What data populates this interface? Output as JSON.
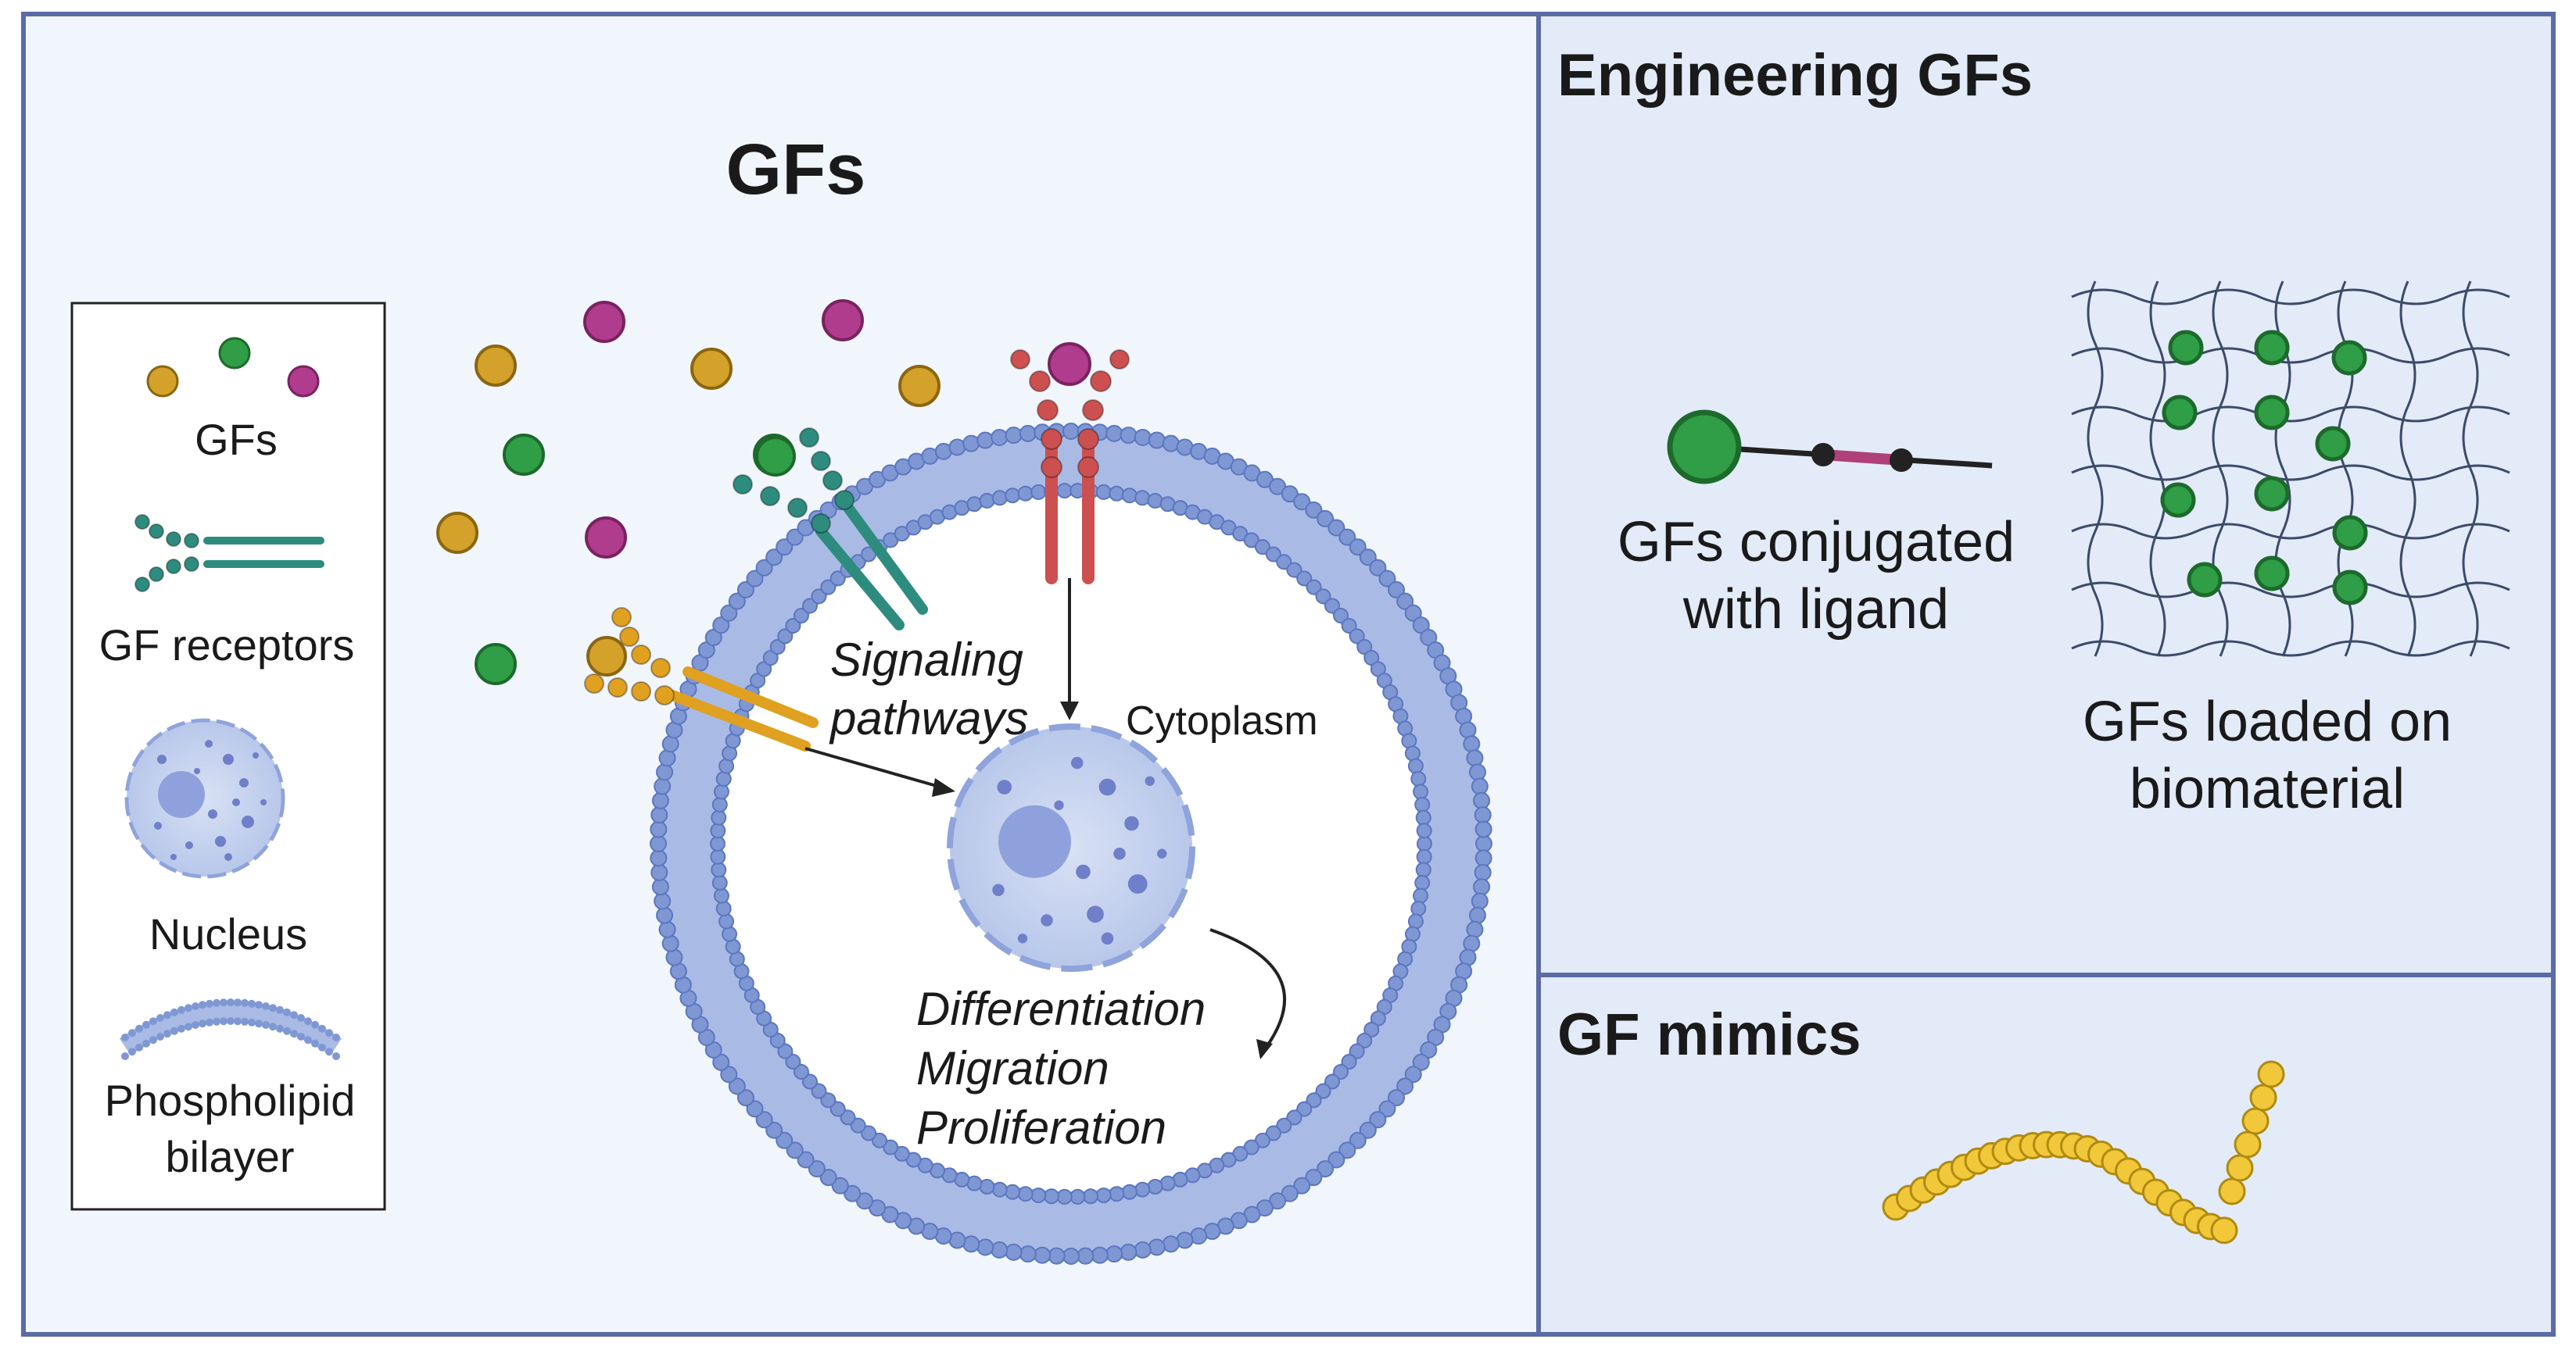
{
  "colors": {
    "left_panel_bg": "#f1f6fc",
    "right_panel_bg": "#e3ebf8",
    "frame": "#5a6ba6",
    "membrane": "#7f98d4",
    "membrane_dark": "#5c76c0",
    "nucleus_fill": "#c9d5ef",
    "nucleus_dots": "#6f7fc9",
    "gf_orange": "#d4a12a",
    "gf_green": "#2f9e46",
    "gf_magenta": "#b03c8e",
    "receptor_teal": "#2e8c7e",
    "receptor_red": "#cc5050",
    "receptor_orange": "#e0a020",
    "mimic_yellow": "#f0c83a",
    "ligand_pink": "#b0407a"
  },
  "main_panel": {
    "title": "GFs",
    "labels": {
      "signaling": [
        "Signaling",
        "pathways"
      ],
      "cytoplasm": "Cytoplasm",
      "outcomes": [
        "Differentiation",
        "Migration",
        "Proliferation"
      ]
    }
  },
  "legend": {
    "items": [
      {
        "icon": "gf-dots-icon",
        "label": [
          "GFs"
        ]
      },
      {
        "icon": "gf-receptor-icon",
        "label": [
          "GF receptors"
        ]
      },
      {
        "icon": "nucleus-icon",
        "label": [
          "Nucleus"
        ]
      },
      {
        "icon": "phospholipid-bilayer-icon",
        "label": [
          "Phospholipid",
          "bilayer"
        ]
      }
    ]
  },
  "engineering_panel": {
    "title": "Engineering GFs",
    "conjugated_label": [
      "GFs conjugated",
      "with ligand"
    ],
    "loaded_label": [
      "GFs loaded on",
      "biomaterial"
    ]
  },
  "mimics_panel": {
    "title": "GF mimics"
  }
}
